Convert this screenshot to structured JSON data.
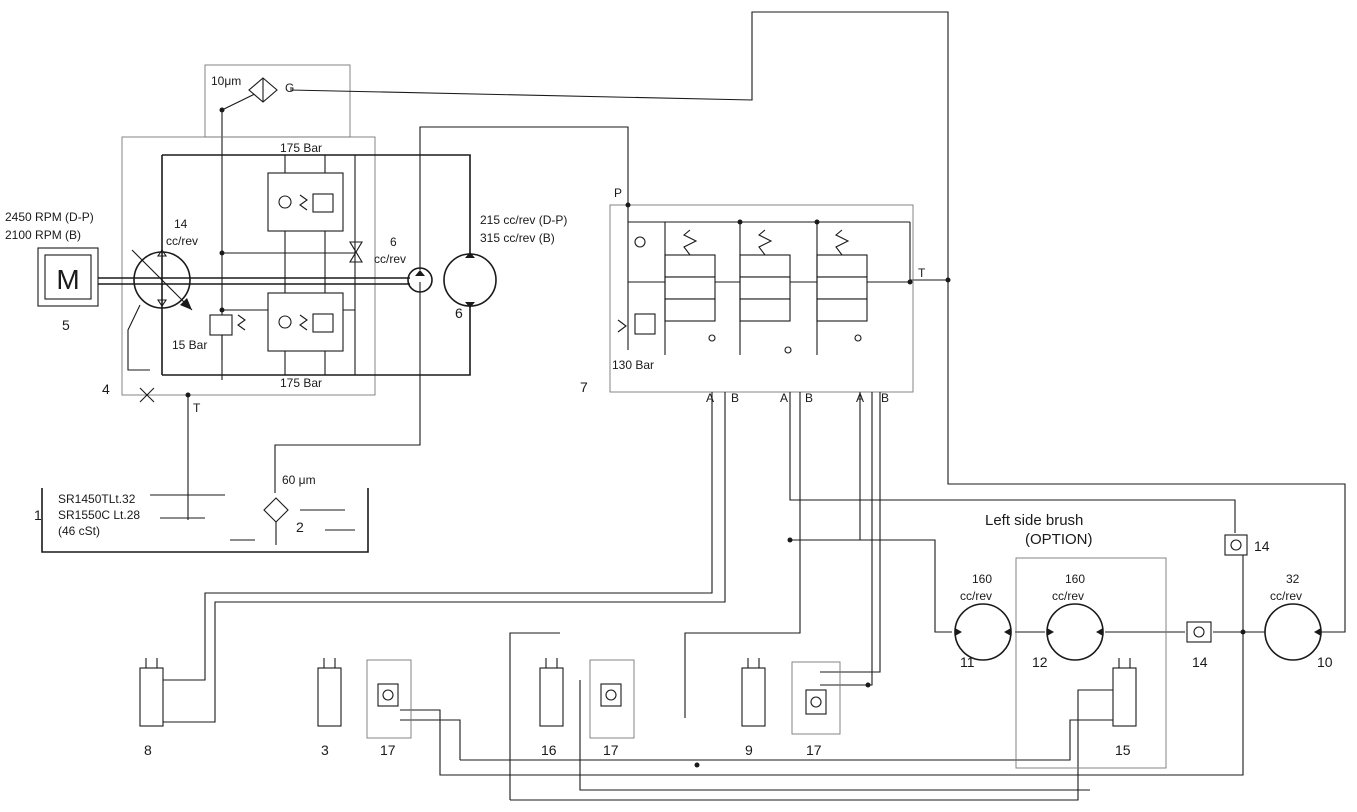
{
  "colors": {
    "line": "#1a1a1a",
    "background": "#ffffff",
    "frame": "#777777"
  },
  "pump_unit": {
    "motor_symbol": "M",
    "motor_rpm_1": "2450 RPM (D-P)",
    "motor_rpm_2": "2100 RPM (B)",
    "motor_number": "5",
    "pump_disp_1": "14",
    "pump_disp_2": "cc/rev",
    "aux_pump_disp_1": "6",
    "aux_pump_disp_2": "cc/rev",
    "relief_top": "175 Bar",
    "relief_bottom": "175 Bar",
    "charge_relief": "15 Bar",
    "unit_number": "4",
    "tank_port": "T",
    "filter_rating": "10μm",
    "gauge_port": "G"
  },
  "drive_motor": {
    "disp_1": "215 cc/rev (D-P)",
    "disp_2": "315 cc/rev (B)",
    "number": "6"
  },
  "tank": {
    "line_1": "SR1450TLt.32",
    "line_2": "SR1550C Lt.28",
    "line_3": "(46 cSt)",
    "number": "1",
    "filter_rating": "60 μm",
    "filter_number": "2"
  },
  "valve_block": {
    "pressure_port": "P",
    "tank_port": "T",
    "relief": "130 Bar",
    "number": "7",
    "port_labels": [
      "A",
      "B",
      "A",
      "B",
      "A",
      "B"
    ]
  },
  "brush": {
    "title_1": "Left side brush",
    "title_2": "(OPTION)",
    "motor_11_disp_1": "160",
    "motor_11_disp_2": "cc/rev",
    "motor_12_disp_1": "160",
    "motor_12_disp_2": "cc/rev",
    "motor_10_disp_1": "32",
    "motor_10_disp_2": "cc/rev"
  },
  "component_numbers": {
    "n8": "8",
    "n3": "3",
    "n17a": "17",
    "n16": "16",
    "n17b": "17",
    "n9": "9",
    "n17c": "17",
    "n11": "11",
    "n12": "12",
    "n14a": "14",
    "n14b": "14",
    "n10": "10",
    "n15": "15"
  }
}
